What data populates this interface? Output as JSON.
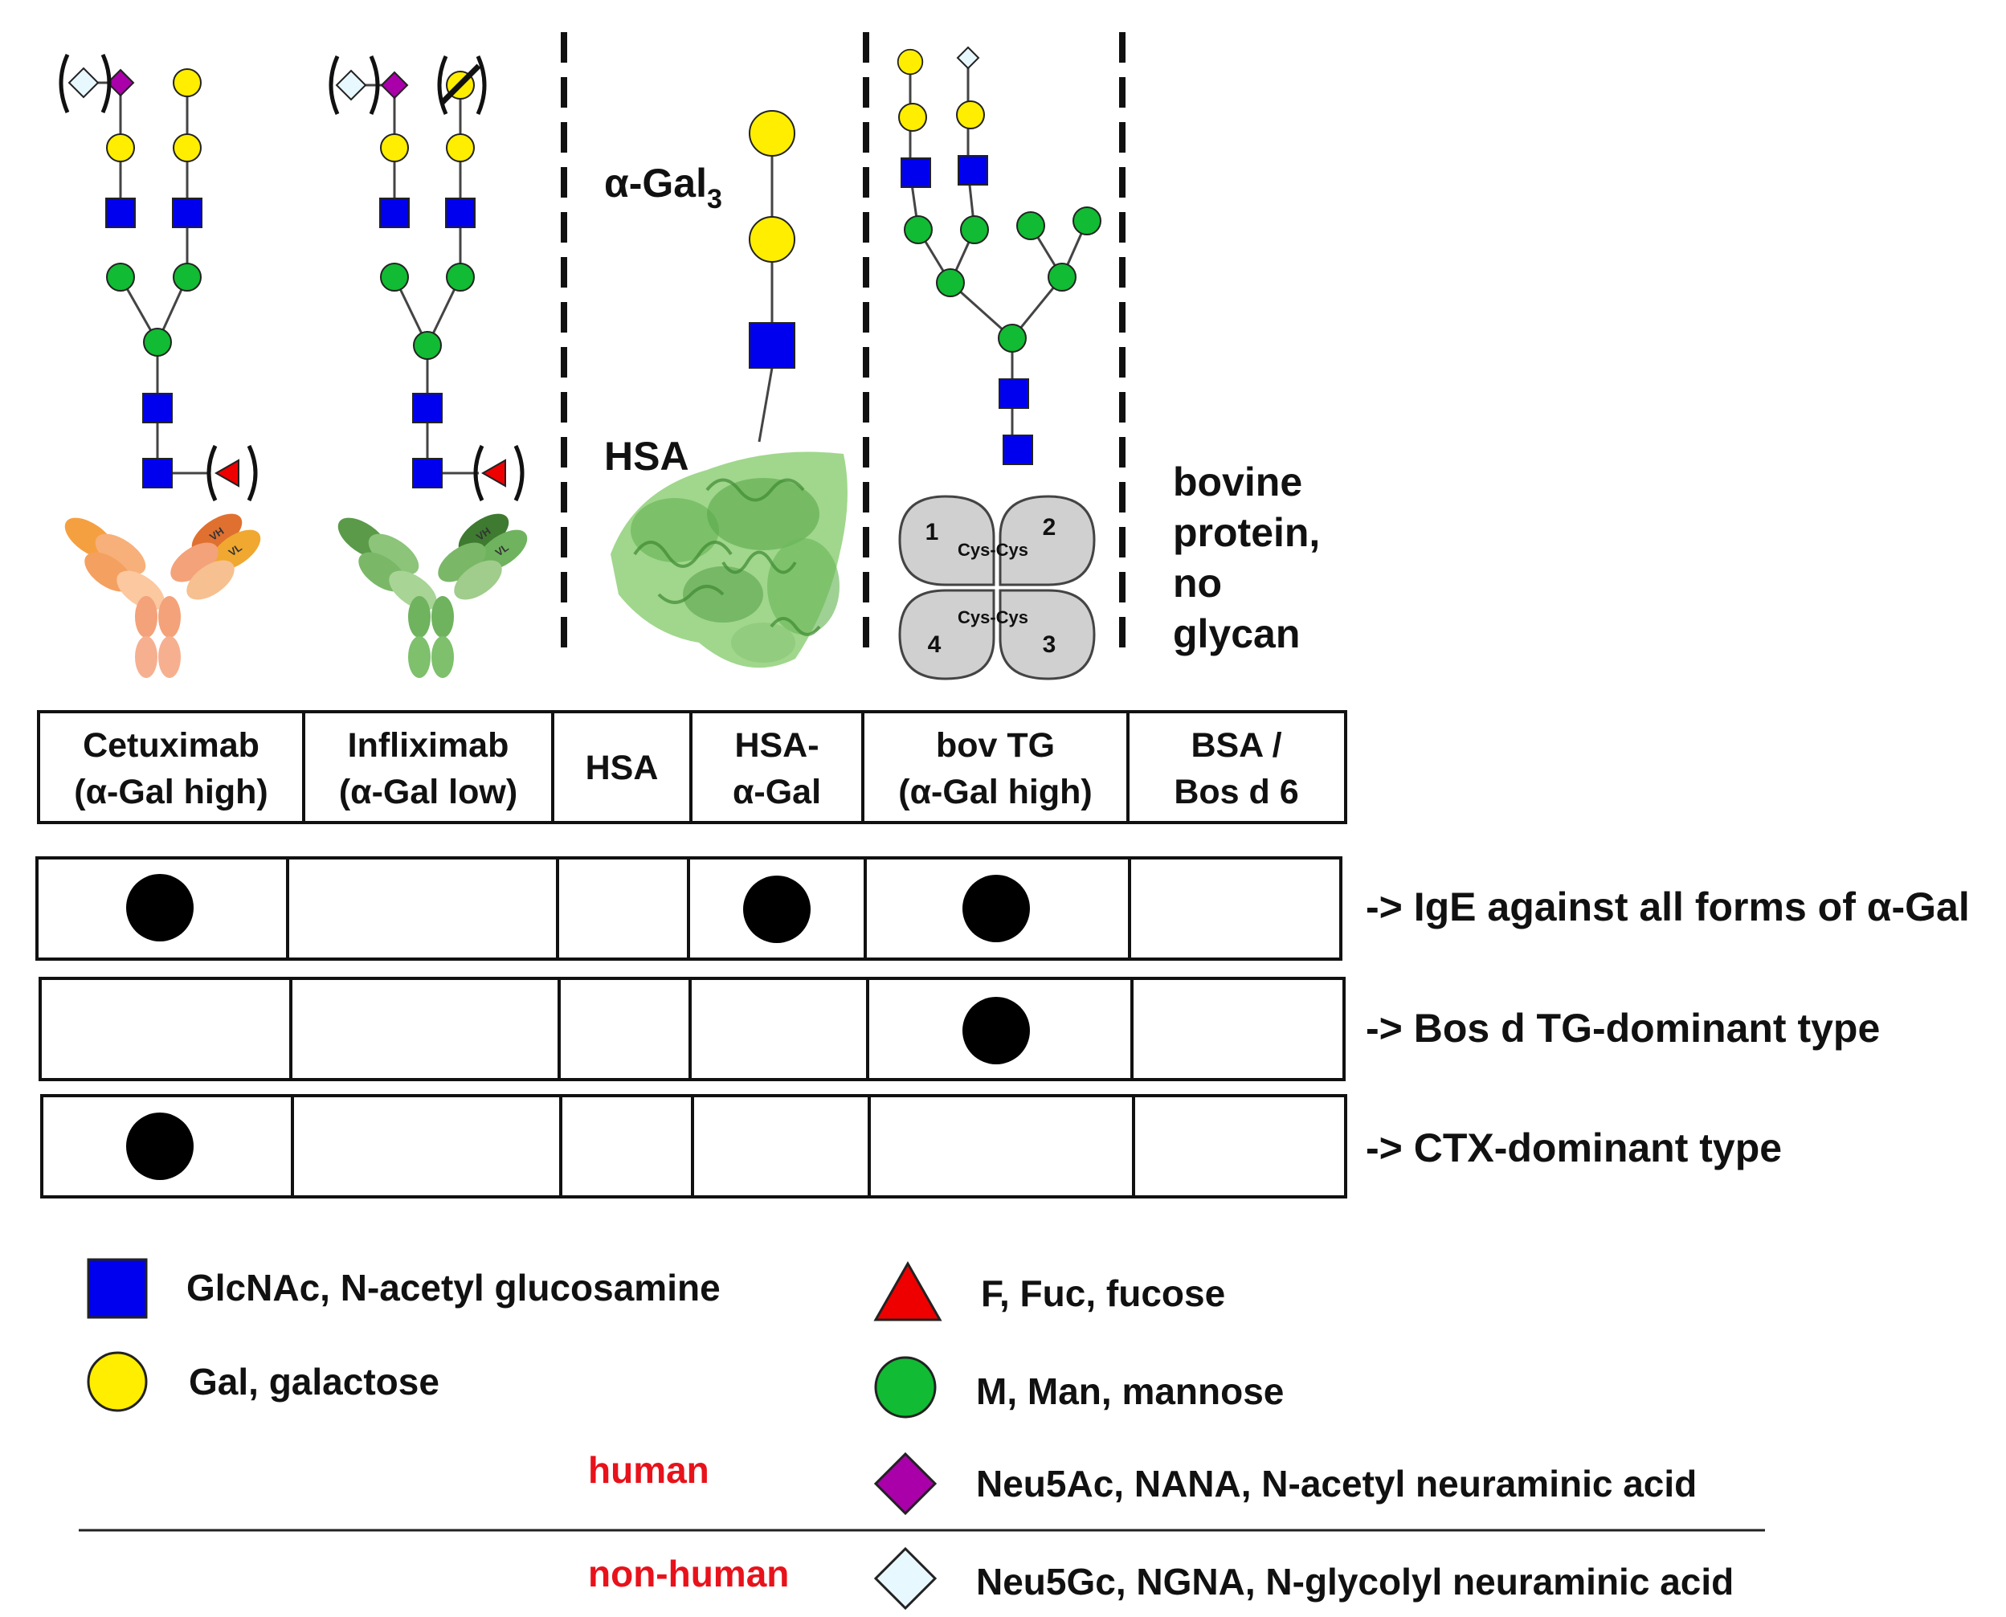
{
  "colors": {
    "glcnac": "#0000ee",
    "gal": "#ffee00",
    "man": "#11bb33",
    "fuc": "#ee0000",
    "neu5ac": "#aa00aa",
    "neu5gc": "#e8f8ff",
    "accent_red": "#e8121b",
    "cetuximab_antibody": "#f4a27a",
    "infliximab_antibody": "#6fb35e",
    "hsa_protein": "#7cc66a",
    "thyroglobulin": "#d0d0d0"
  },
  "structures": {
    "alpha_gal3_label": "α-Gal",
    "alpha_gal3_subscript": "3",
    "hsa_label": "HSA",
    "bovine_label": [
      "bovine",
      "protein,",
      "no",
      "glycan"
    ],
    "antibody_domain_vh": "VH",
    "antibody_domain_vl": "VL",
    "thyroglobulin": {
      "numbers": [
        "1",
        "2",
        "3",
        "4"
      ],
      "cys_label": "Cys-Cys"
    }
  },
  "table": {
    "headers": [
      [
        "Cetuximab",
        "(α-Gal high)"
      ],
      [
        "Infliximab",
        "(α-Gal low)"
      ],
      [
        "HSA"
      ],
      [
        "HSA-",
        "α-Gal"
      ],
      [
        "bov TG",
        "(α-Gal high)"
      ],
      [
        "BSA /",
        "Bos d 6"
      ]
    ],
    "rows": [
      {
        "label": "-> IgE against all forms of α-Gal",
        "dots": [
          true,
          false,
          false,
          true,
          true,
          false
        ]
      },
      {
        "label": "-> Bos d TG-dominant type",
        "dots": [
          false,
          false,
          false,
          false,
          true,
          false
        ]
      },
      {
        "label": "-> CTX-dominant type",
        "dots": [
          true,
          false,
          false,
          false,
          false,
          false
        ]
      }
    ]
  },
  "legend": {
    "items": [
      {
        "icon": "blue-square-icon",
        "text": "GlcNAc, N-acetyl glucosamine"
      },
      {
        "icon": "yellow-circle-icon",
        "text": "Gal, galactose"
      },
      {
        "icon": "red-triangle-icon",
        "text": "F, Fuc, fucose"
      },
      {
        "icon": "green-circle-icon",
        "text": "M, Man, mannose"
      },
      {
        "icon": "purple-diamond-icon",
        "text": "Neu5Ac, NANA, N-acetyl neuraminic acid"
      },
      {
        "icon": "white-diamond-icon",
        "text": "Neu5Gc, NGNA, N-glycolyl neuraminic acid"
      }
    ],
    "human_label": "human",
    "nonhuman_label": "non-human"
  }
}
